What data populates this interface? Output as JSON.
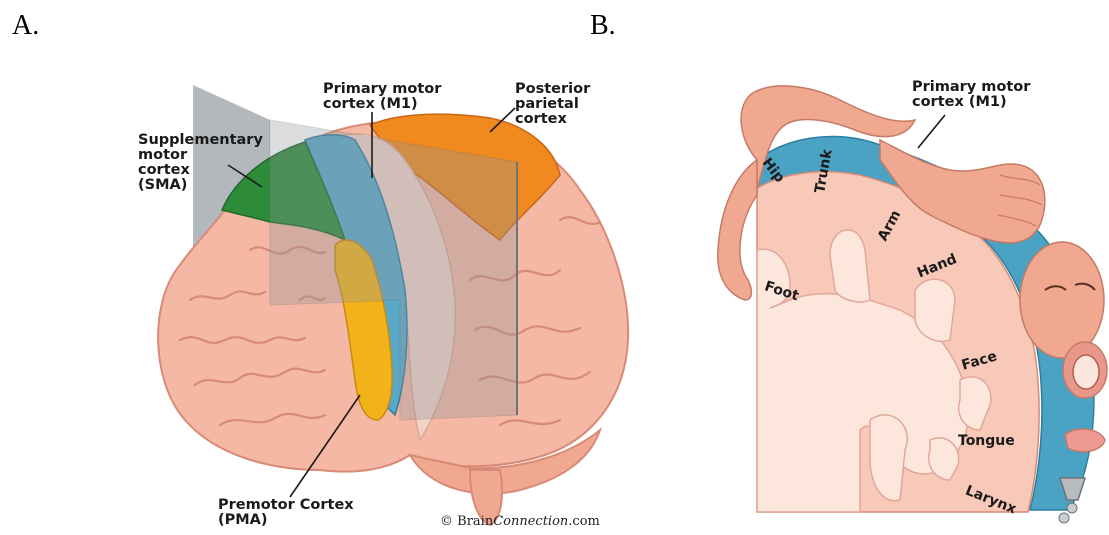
{
  "panel_a": {
    "letter": "A.",
    "labels": {
      "m1": "Primary motor\ncortex (M1)",
      "ppc": "Posterior\nparietal\ncortex",
      "sma": "Supplementary\nmotor\ncortex\n(SMA)",
      "pma": "Premotor Cortex\n(PMA)"
    },
    "credit": {
      "symbol": "©",
      "brand_a": "Brain",
      "brand_b": "Connection",
      "suffix": ".com"
    },
    "colors": {
      "sma": "#2e8b3a",
      "m1": "#5aa8c8",
      "pma": "#f2b21a",
      "ppc": "#f08a1e",
      "brain": "#f4b8a4"
    }
  },
  "panel_b": {
    "letter": "B.",
    "label": "Primary motor\ncortex (M1)",
    "body_parts": [
      "Hip",
      "Trunk",
      "Arm",
      "Hand",
      "Foot",
      "Face",
      "Tongue",
      "Larynx"
    ],
    "colors": {
      "cortex": "#4aa3c2",
      "tissue": "#f8c8b8",
      "white_matter": "#fde7dc"
    }
  }
}
